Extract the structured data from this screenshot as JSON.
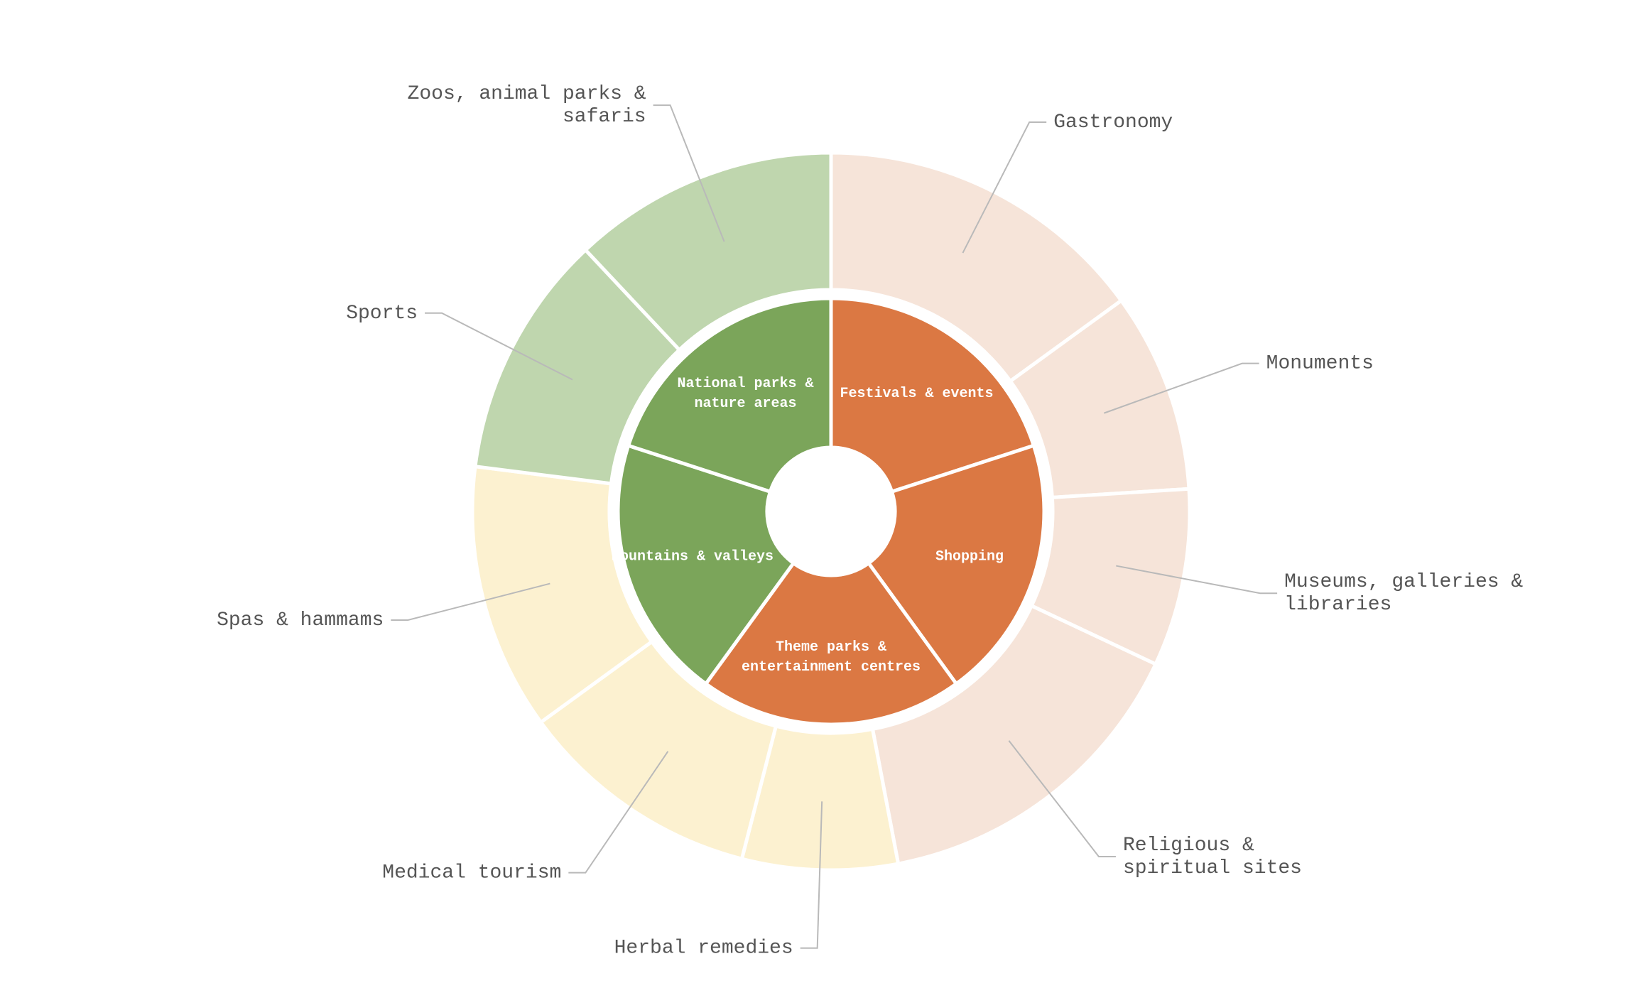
{
  "chart_data": {
    "type": "pie",
    "variant": "sunburst",
    "colors": {
      "inner_green": "#7ba55a",
      "inner_orange": "#db7843",
      "outer_green": "#bfd6ae",
      "outer_yellow": "#fcf1d0",
      "outer_peach": "#f6e4d9"
    },
    "inner_ring": [
      {
        "label": "Festivals & events",
        "value": 1,
        "color": "#db7843"
      },
      {
        "label": "Shopping",
        "value": 1,
        "color": "#db7843"
      },
      {
        "label": "Theme parks & entertainment centres",
        "value": 1,
        "color": "#db7843"
      },
      {
        "label": "Mountains & valleys",
        "value": 1,
        "color": "#7ba55a"
      },
      {
        "label": "National parks & nature areas",
        "value": 1,
        "color": "#7ba55a"
      }
    ],
    "outer_ring": [
      {
        "label": "Gastronomy",
        "value": 15,
        "color": "#f6e4d9"
      },
      {
        "label": "Monuments",
        "value": 9,
        "color": "#f6e4d9"
      },
      {
        "label": "Museums, galleries & libraries",
        "value": 8,
        "color": "#f6e4d9"
      },
      {
        "label": "Religious & spiritual sites",
        "value": 15,
        "color": "#f6e4d9"
      },
      {
        "label": "Herbal remedies",
        "value": 7,
        "color": "#fcf1d0"
      },
      {
        "label": "Medical tourism",
        "value": 11,
        "color": "#fcf1d0"
      },
      {
        "label": "Spas & hammams",
        "value": 12,
        "color": "#fcf1d0"
      },
      {
        "label": "Sports",
        "value": 11,
        "color": "#bfd6ae"
      },
      {
        "label": "Zoos, animal parks & safaris",
        "value": 12,
        "color": "#bfd6ae"
      }
    ]
  }
}
